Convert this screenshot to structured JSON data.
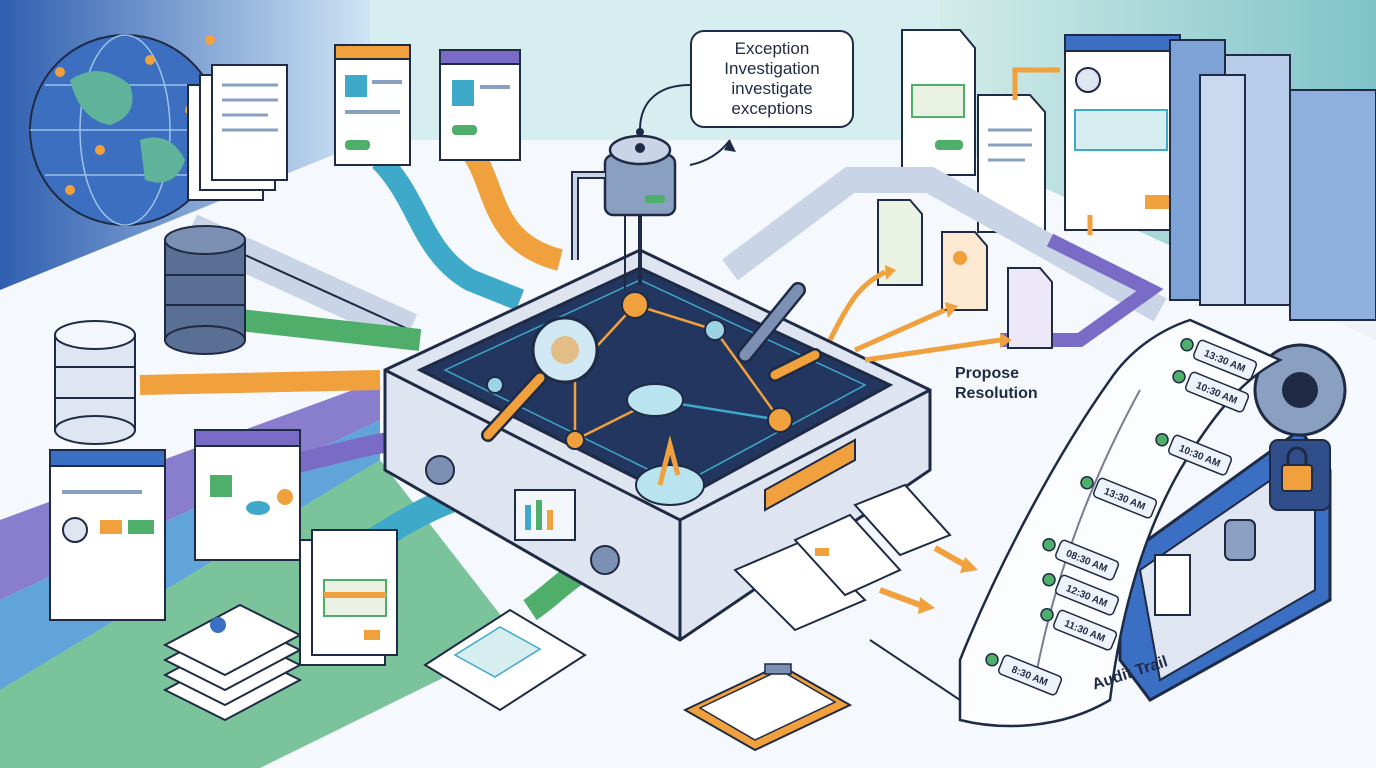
{
  "callout": {
    "line1": "Exception",
    "line2": "Investigation",
    "line3": "investigate",
    "line4": "exceptions"
  },
  "propose": {
    "line1": "Propose",
    "line2": "Resolution"
  },
  "audit": {
    "label": "Audit Trail"
  },
  "timestamps": [
    "13:30 AM",
    "10:30 AM",
    "10:30 AM",
    "13:30 AM",
    "08:30 AM",
    "12:30 AM",
    "11:30 AM",
    "8:30 AM"
  ],
  "colors": {
    "navy": "#1f2a44",
    "orange": "#f0a03c",
    "teal": "#3fa9c9",
    "green": "#4fae6a",
    "purple": "#7a6bc7",
    "blue": "#3b6fc4"
  }
}
